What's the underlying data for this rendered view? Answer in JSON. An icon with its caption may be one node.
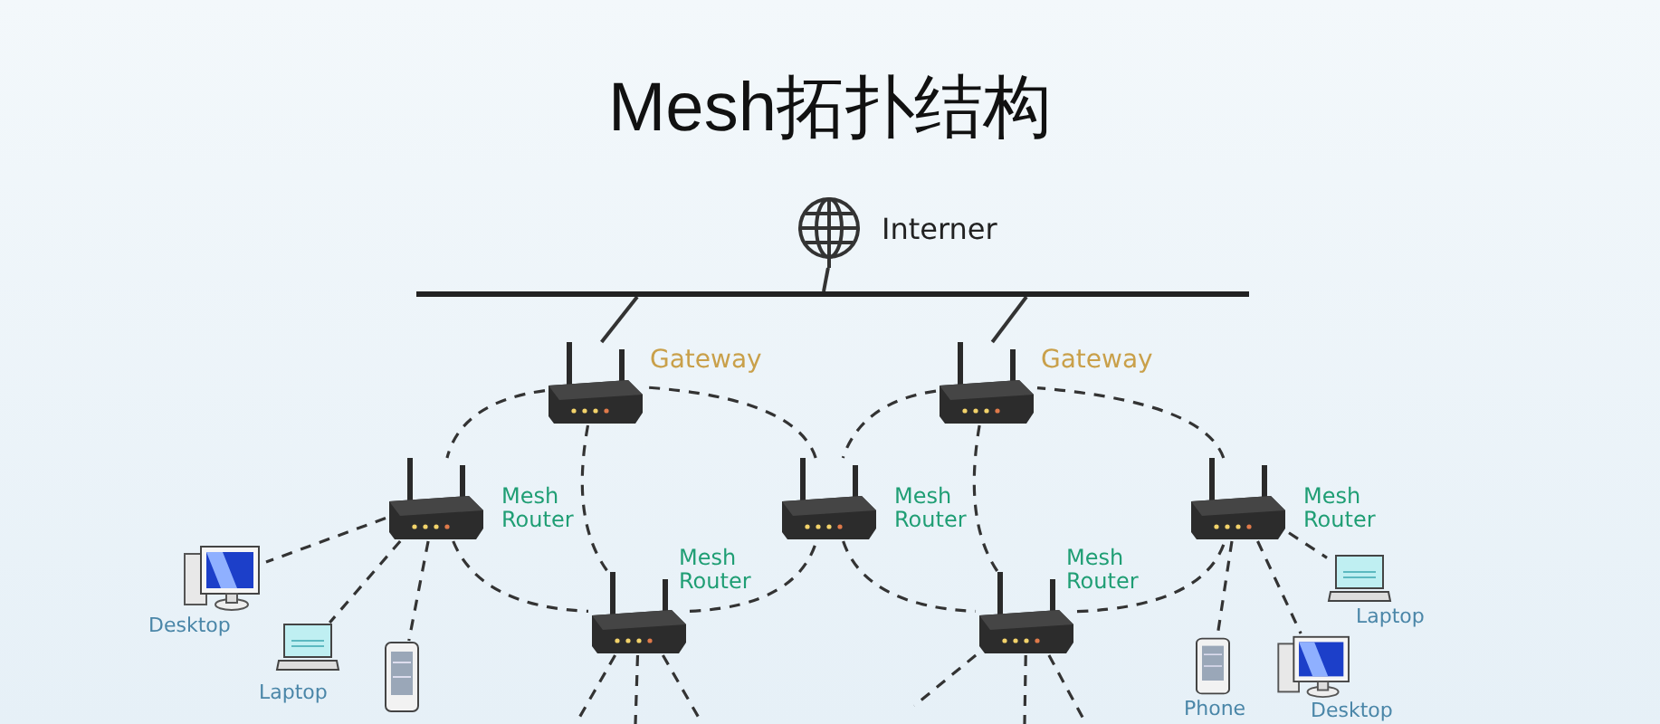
{
  "diagram": {
    "title": "Mesh拓扑结构",
    "nodes": [
      {
        "text": [
          "Interner"
        ]
      },
      {
        "text": [],
        "shape": "bar"
      },
      {
        "text": [
          "Gateway"
        ]
      },
      {
        "text": [
          "Gateway"
        ]
      },
      {
        "text": [
          "Mesh Router"
        ]
      },
      {
        "text": [
          "Mesh Router"
        ]
      },
      {
        "text": [
          "Mesh Router"
        ]
      },
      {
        "text": [
          "Mesh Router"
        ]
      },
      {
        "text": [
          "Mesh Router"
        ]
      },
      {
        "text": [
          "Desktop"
        ]
      },
      {
        "text": [
          "Laptop"
        ]
      },
      {
        "text": [],
        "shape": "picture"
      },
      {
        "text": [
          "Laptop"
        ]
      },
      {
        "text": [
          "Phone"
        ]
      },
      {
        "text": [
          "Desktop"
        ]
      }
    ],
    "edges": [
      {
        "from": 0,
        "to": 1,
        "arrow": "none"
      },
      {
        "from": 2,
        "to": 1,
        "arrow": "none"
      },
      {
        "from": 3,
        "to": 1,
        "arrow": "none"
      },
      {
        "from": 2,
        "to": 4,
        "arrow": "none",
        "style": "dashed"
      },
      {
        "from": 4,
        "to": 7,
        "arrow": "none",
        "style": "dashed"
      },
      {
        "from": 7,
        "to": 5,
        "arrow": "none",
        "style": "dashed"
      },
      {
        "from": 5,
        "to": 2,
        "arrow": "none",
        "style": "dashed"
      },
      {
        "from": 2,
        "to": 7,
        "arrow": "none",
        "style": "dashed"
      },
      {
        "from": 3,
        "to": 5,
        "arrow": "none",
        "style": "dashed"
      },
      {
        "from": 5,
        "to": 8,
        "arrow": "none",
        "style": "dashed"
      },
      {
        "from": 8,
        "to": 6,
        "arrow": "none",
        "style": "dashed"
      },
      {
        "from": 6,
        "to": 3,
        "arrow": "none",
        "style": "dashed"
      },
      {
        "from": 3,
        "to": 8,
        "arrow": "none",
        "style": "dashed"
      },
      {
        "from": 4,
        "to": 9,
        "arrow": "none",
        "style": "dashed"
      },
      {
        "from": 4,
        "to": 10,
        "arrow": "none",
        "style": "dashed"
      },
      {
        "from": 4,
        "to": 11,
        "arrow": "none",
        "style": "dashed"
      },
      {
        "from": 6,
        "to": 12,
        "arrow": "none",
        "style": "dashed"
      },
      {
        "from": 6,
        "to": 13,
        "arrow": "none",
        "style": "dashed"
      },
      {
        "from": 6,
        "to": 14,
        "arrow": "none",
        "style": "dashed"
      },
      {
        "from": 7,
        "to": null,
        "arrow": "none",
        "style": "dashed"
      },
      {
        "from": 7,
        "to": null,
        "arrow": "none",
        "style": "dashed"
      },
      {
        "from": 7,
        "to": null,
        "arrow": "none",
        "style": "dashed"
      },
      {
        "from": 8,
        "to": null,
        "arrow": "none",
        "style": "dashed"
      },
      {
        "from": 8,
        "to": null,
        "arrow": "none",
        "style": "dashed"
      },
      {
        "from": 8,
        "to": null,
        "arrow": "none",
        "style": "dashed"
      }
    ]
  }
}
